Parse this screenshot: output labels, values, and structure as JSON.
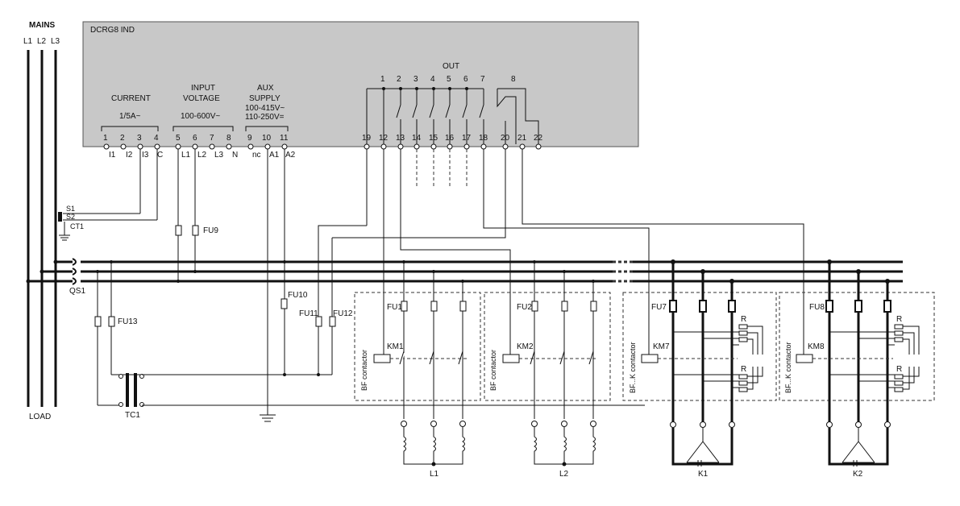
{
  "mains": {
    "title": "MAINS",
    "phases": [
      "L1",
      "L2",
      "L3"
    ],
    "load": "LOAD"
  },
  "device": {
    "name": "DCRG8 IND"
  },
  "groups": {
    "current": {
      "title": "CURRENT",
      "rating": "1/5A~",
      "numbers": [
        "1",
        "2",
        "3",
        "4"
      ],
      "labels": [
        "I1",
        "I2",
        "I3",
        "C"
      ]
    },
    "input_voltage": {
      "title_line1": "INPUT",
      "title_line2": "VOLTAGE",
      "rating": "100-600V~",
      "numbers": [
        "5",
        "6",
        "7",
        "8"
      ],
      "labels": [
        "L1",
        "L2",
        "L3",
        "N"
      ]
    },
    "aux_supply": {
      "title_line1": "AUX",
      "title_line2": "SUPPLY",
      "rating_line1": "100-415V~",
      "rating_line2": "110-250V=",
      "numbers": [
        "9",
        "10",
        "11"
      ],
      "labels": [
        "nc",
        "A1",
        "A2"
      ]
    },
    "out": {
      "title": "OUT",
      "relays": [
        "1",
        "2",
        "3",
        "4",
        "5",
        "6",
        "7",
        "8"
      ],
      "terminals": [
        "19",
        "12",
        "13",
        "14",
        "15",
        "16",
        "17",
        "18",
        "20",
        "21",
        "22"
      ]
    }
  },
  "components": {
    "ct": {
      "name": "CT1",
      "s1": "S1",
      "s2": "S2"
    },
    "qs": "QS1",
    "tc": "TC1",
    "fuses": [
      "FU9",
      "FU10",
      "FU11",
      "FU12",
      "FU13",
      "FU1",
      "FU2",
      "FU7",
      "FU8"
    ],
    "contactors": [
      "KM1",
      "KM2",
      "KM7",
      "KM8"
    ],
    "banks": [
      {
        "fuse": "FU1",
        "km": "KM1",
        "side": "BF contactor",
        "load": "L1"
      },
      {
        "fuse": "FU2",
        "km": "KM2",
        "side": "BF contactor",
        "load": "L2"
      },
      {
        "fuse": "FU7",
        "km": "KM7",
        "side": "BF...K contactor",
        "load": "K1",
        "r": "R"
      },
      {
        "fuse": "FU8",
        "km": "KM8",
        "side": "BF...K contactor",
        "load": "K2",
        "r": "R"
      }
    ]
  },
  "colors": {
    "panel": "#c8c8c8",
    "panel_border": "#555555",
    "line": "#111111"
  }
}
